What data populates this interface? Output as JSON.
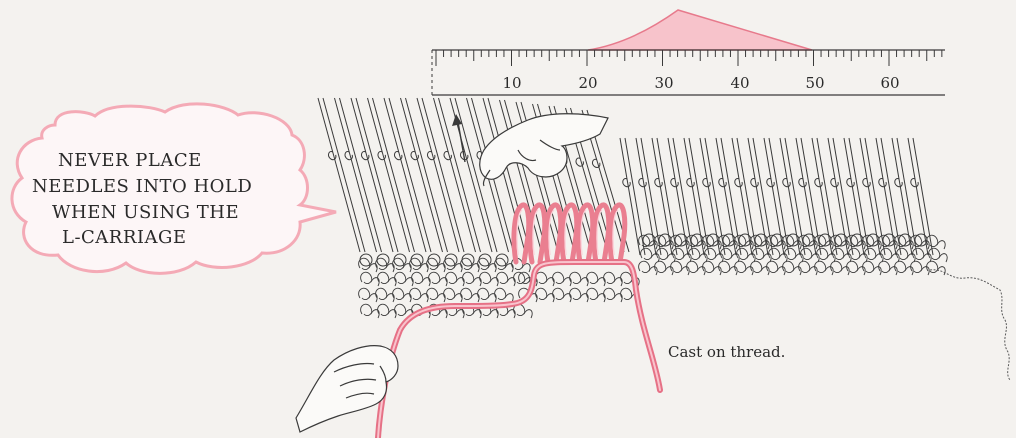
{
  "warning": {
    "lines": [
      "NEVER PLACE",
      "NEEDLES INTO HOLD",
      "WHEN USING THE",
      "L-CARRIAGE"
    ]
  },
  "ruler": {
    "labels": [
      "10",
      "20",
      "30",
      "40",
      "50",
      "60"
    ]
  },
  "caption": "Cast on thread.",
  "colors": {
    "accent": "#ea7f90",
    "accent_fill": "#f7c3cb",
    "ink": "#3a3a3a",
    "paper": "#f4f2ef"
  }
}
